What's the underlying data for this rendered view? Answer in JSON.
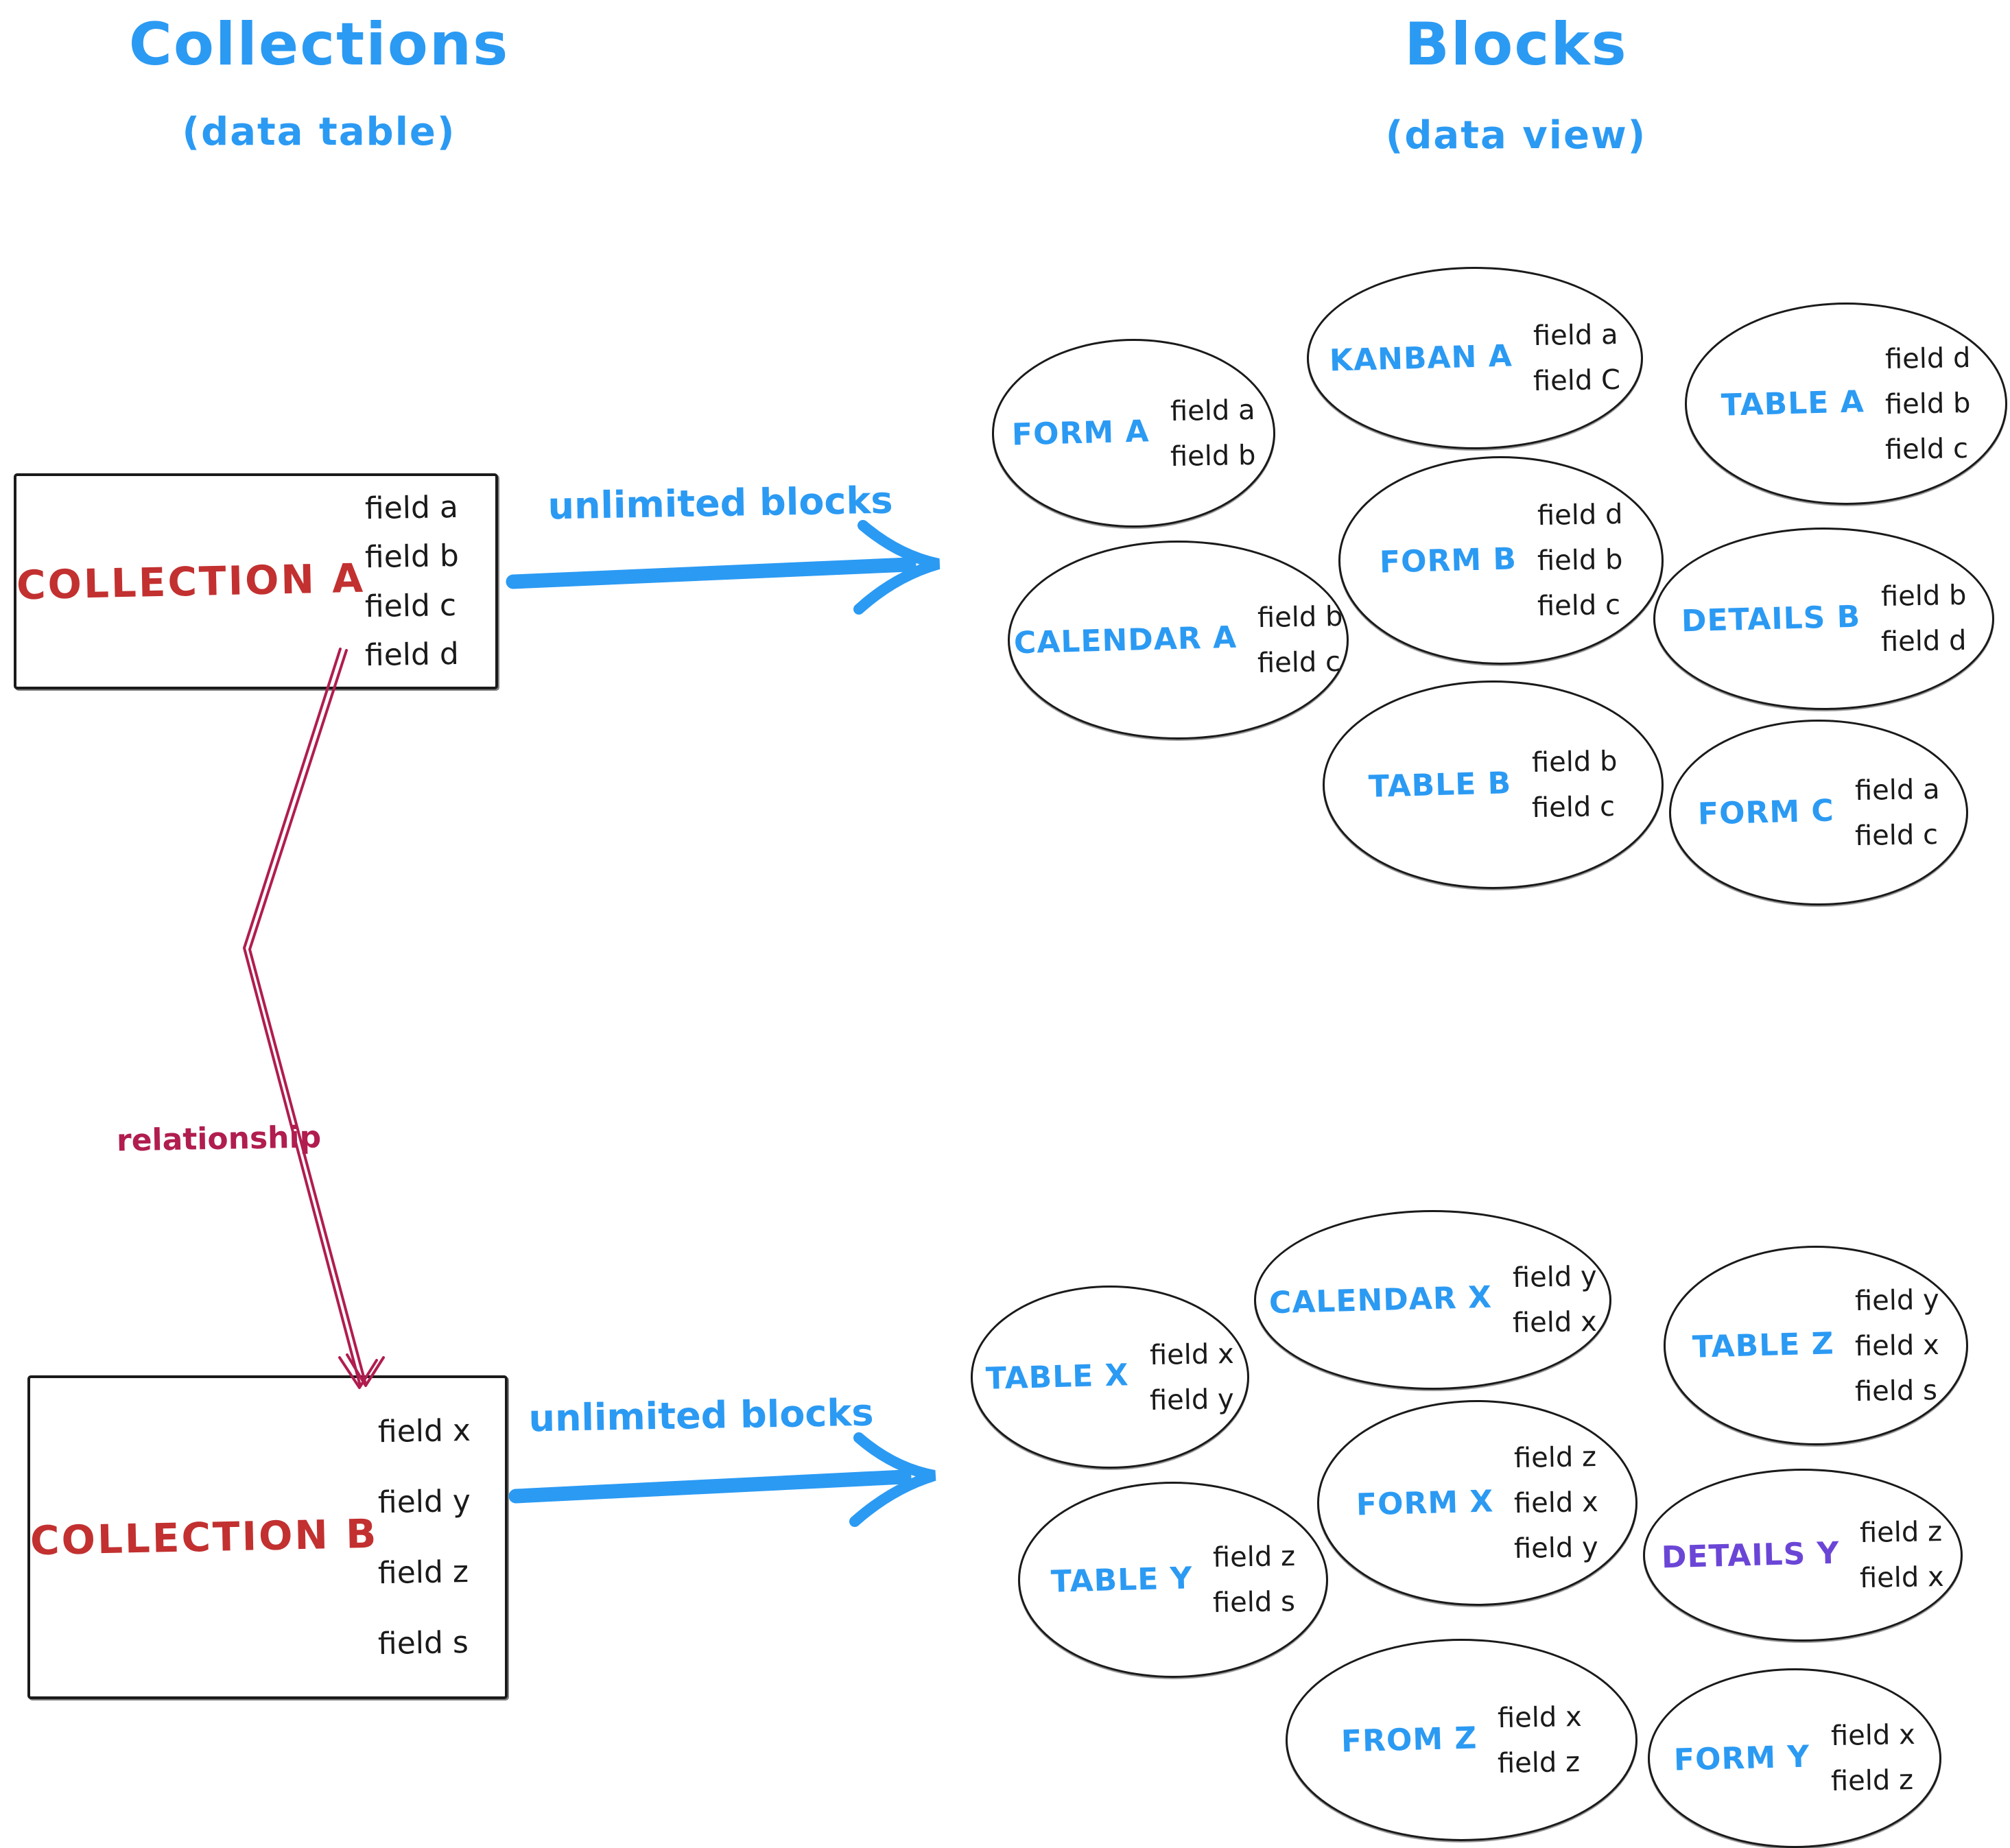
{
  "titles": {
    "left": "Collections",
    "left_sub": "(data table)",
    "right": "Blocks",
    "right_sub": "(data view)"
  },
  "arrows": {
    "top_label": "unlimited blocks",
    "bottom_label": "unlimited blocks",
    "relationship_label": "relationship"
  },
  "colors": {
    "blue": "#2b9af3",
    "red": "#c23030",
    "crimson": "#b01d4e",
    "purple": "#6b46d6",
    "ink": "#1a1a1a"
  },
  "collection_a": {
    "name": "COLLECTION A",
    "fields": [
      "field a",
      "field b",
      "field c",
      "field d"
    ]
  },
  "collection_b": {
    "name": "COLLECTION B",
    "fields": [
      "field x",
      "field y",
      "field z",
      "field s"
    ]
  },
  "blocks_top": [
    {
      "id": "form-a",
      "label": "FORM A",
      "fields": [
        "field a",
        "field b"
      ]
    },
    {
      "id": "kanban-a",
      "label": "KANBAN A",
      "fields": [
        "field a",
        "field C"
      ]
    },
    {
      "id": "table-a",
      "label": "TABLE A",
      "fields": [
        "field d",
        "field b",
        "field c"
      ]
    },
    {
      "id": "form-b",
      "label": "FORM B",
      "fields": [
        "field d",
        "field b",
        "field c"
      ]
    },
    {
      "id": "calendar-a",
      "label": "CALENDAR A",
      "fields": [
        "field b",
        "field c"
      ]
    },
    {
      "id": "details-b",
      "label": "DETAILS B",
      "fields": [
        "field b",
        "field d"
      ]
    },
    {
      "id": "table-b",
      "label": "TABLE B",
      "fields": [
        "field b",
        "field c"
      ]
    },
    {
      "id": "form-c",
      "label": "FORM C",
      "fields": [
        "field a",
        "field c"
      ]
    }
  ],
  "blocks_bottom": [
    {
      "id": "table-x",
      "label": "TABLE X",
      "fields": [
        "field x",
        "field y"
      ]
    },
    {
      "id": "calendar-x",
      "label": "CALENDAR X",
      "fields": [
        "field y",
        "field x"
      ]
    },
    {
      "id": "table-z",
      "label": "TABLE Z",
      "fields": [
        "field y",
        "field x",
        "field s"
      ]
    },
    {
      "id": "form-x",
      "label": "FORM X",
      "fields": [
        "field z",
        "field x",
        "field y"
      ]
    },
    {
      "id": "details-y",
      "label": "DETAILS Y",
      "fields": [
        "field z",
        "field x"
      ],
      "label_color": "purple"
    },
    {
      "id": "table-y",
      "label": "TABLE Y",
      "fields": [
        "field z",
        "field s"
      ]
    },
    {
      "id": "from-z",
      "label": "FROM Z",
      "fields": [
        "field x",
        "field z"
      ]
    },
    {
      "id": "form-y",
      "label": "FORM Y",
      "fields": [
        "field x",
        "field z"
      ]
    }
  ]
}
